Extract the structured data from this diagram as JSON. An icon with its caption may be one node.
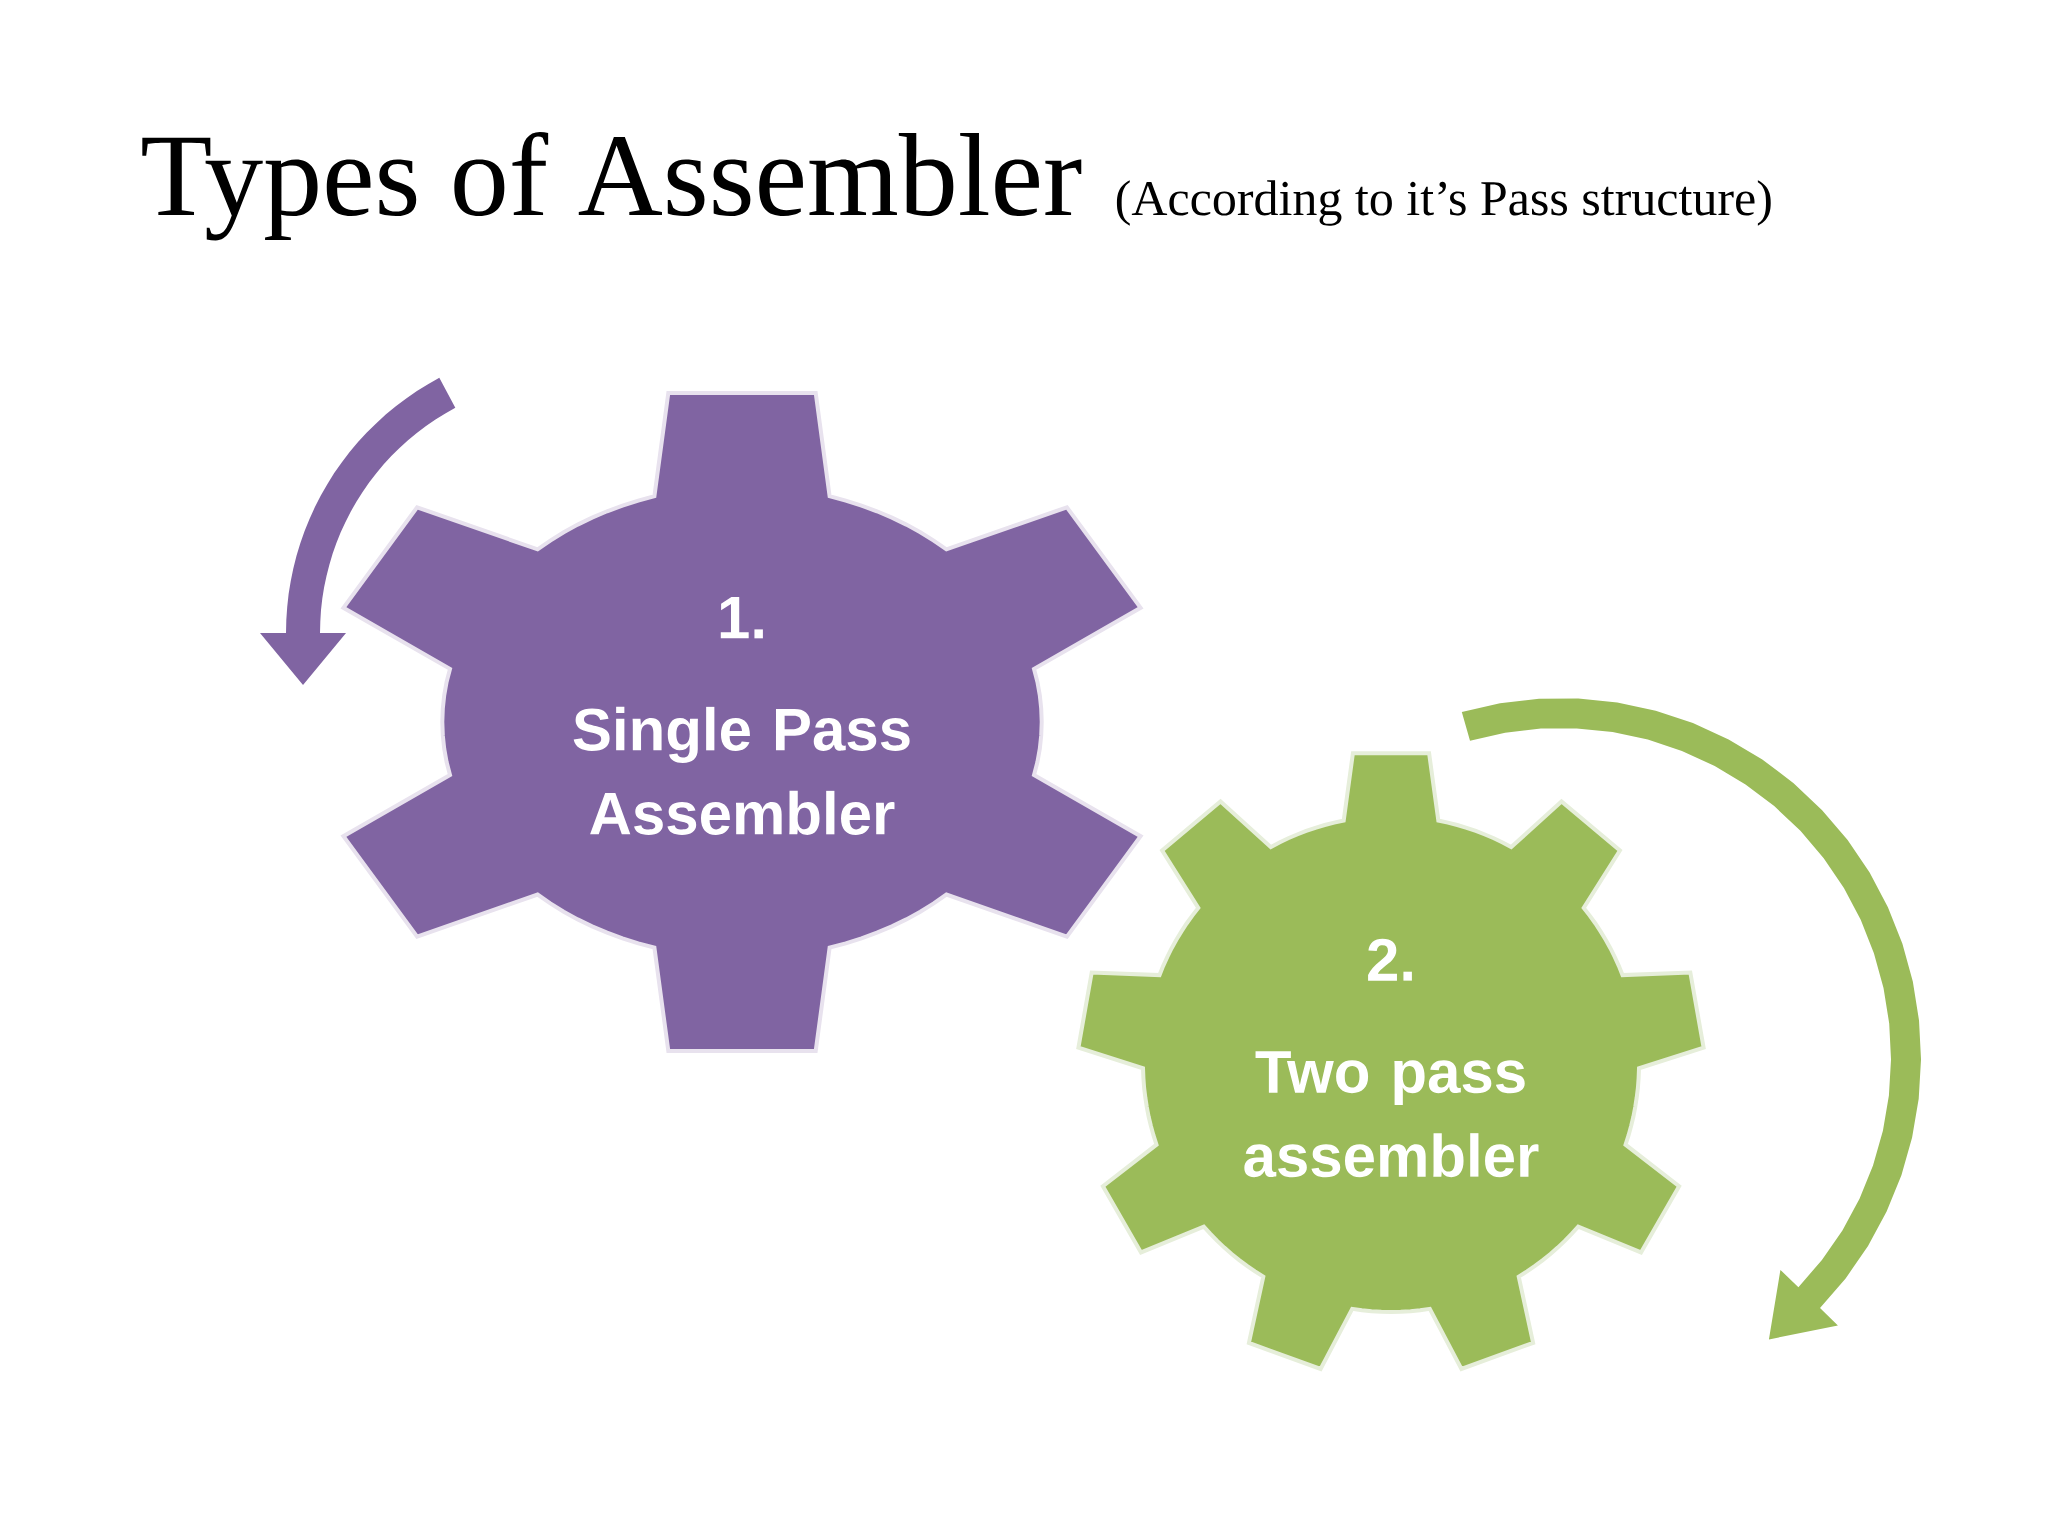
{
  "diagram": {
    "title": "Types of Assembler",
    "nodes": [
      {
        "text": [
          "1.",
          "Single Pass Assembler"
        ]
      },
      {
        "text": [
          "2.",
          "Two pass assembler"
        ]
      }
    ],
    "labels": [
      "(According to it’s Pass structure)"
    ]
  }
}
